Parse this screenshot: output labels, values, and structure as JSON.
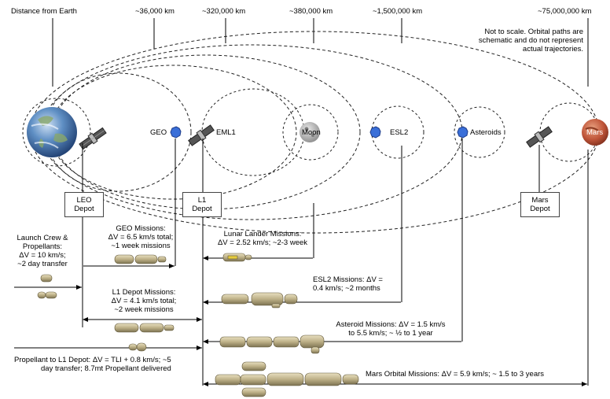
{
  "distance_axis": {
    "title": "Distance from Earth",
    "marks": [
      "~36,000 km",
      "~320,000 km",
      "~380,000 km",
      "~1,500,000 km",
      "~75,000,000 km"
    ]
  },
  "note": [
    "Not to scale.  Orbital paths are",
    "schematic and do not represent",
    "actual trajectories."
  ],
  "bodies": {
    "geo": "GEO",
    "eml1": "EML1",
    "moon": "Moon",
    "esl2": "ESL2",
    "asteroids": "Asteroids",
    "mars": "Mars"
  },
  "depots": {
    "leo": [
      "LEO",
      "Depot"
    ],
    "l1": [
      "L1",
      "Depot"
    ],
    "mars": [
      "Mars",
      "Depot"
    ]
  },
  "missions": {
    "launch": [
      "Launch Crew &",
      "Propellants:",
      "ΔV = 10 km/s;",
      "~2 day transfer"
    ],
    "geo": [
      "GEO Missions:",
      "ΔV = 6.5 km/s total;",
      "~1 week missions"
    ],
    "lunar": [
      "Lunar Lander Missions:",
      "ΔV = 2.52 km/s; ~2-3 week"
    ],
    "l1_depot": [
      "L1 Depot Missions:",
      "ΔV = 4.1 km/s total;",
      "~2 week missions"
    ],
    "esl2": [
      "ESL2 Missions:  ΔV =",
      "0.4 km/s; ~2 months"
    ],
    "asteroid": [
      "Asteroid Missions:  ΔV = 1.5 km/s",
      "to 5.5 km/s;  ~ ½ to 1 year"
    ],
    "propellant": [
      "Propellant to L1 Depot:  ΔV = TLI + 0.8 km/s; ~5",
      "day transfer; 8.7mt Propellant delivered"
    ],
    "mars": [
      "Mars Orbital Missions:  ΔV = 5.9 km/s; ~ 1.5 to 3 years"
    ]
  },
  "colors": {
    "node_blue": "#3a6fd8",
    "vehicle_tan": "#c9b98a",
    "mars_red": "#c0563a",
    "earth_blue": "#2f5f9e",
    "moon_gray": "#9a9a9a"
  }
}
